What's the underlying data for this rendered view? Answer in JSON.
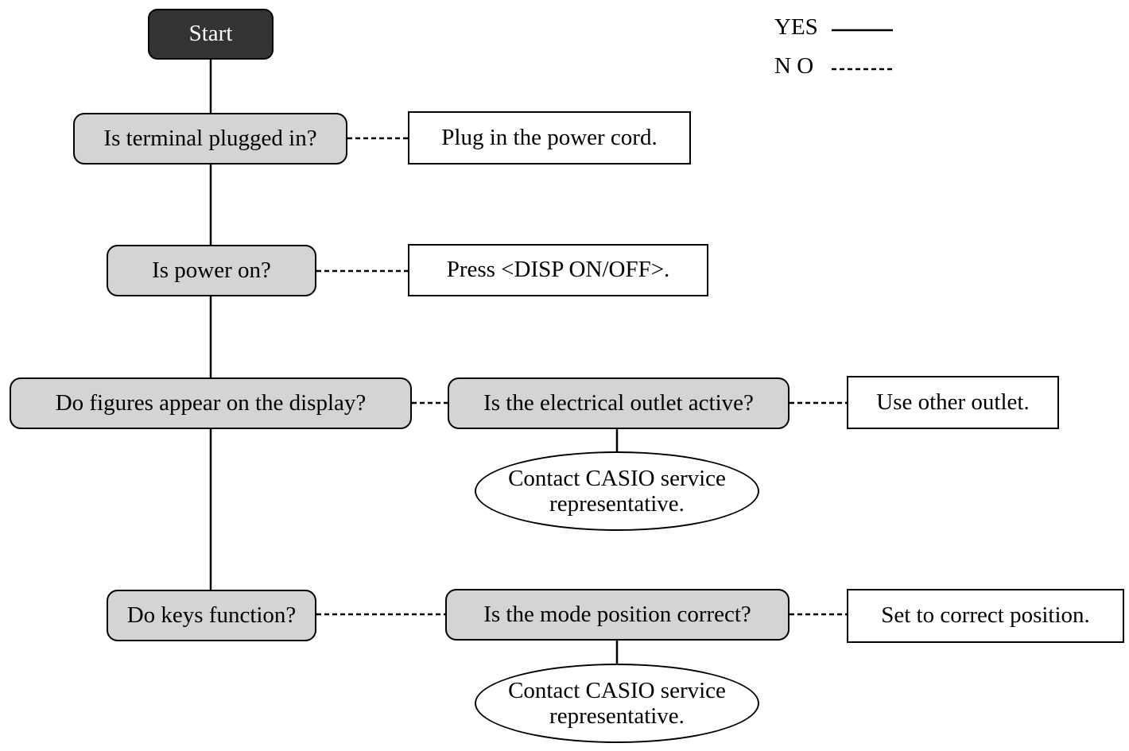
{
  "legend": {
    "yes_label": "YES",
    "no_label": "N O"
  },
  "nodes": {
    "start": "Start",
    "q_plugged": "Is terminal plugged in?",
    "a_plug_cord": "Plug in the power cord.",
    "q_power": "Is power on?",
    "a_press_disp": "Press <DISP ON/OFF>.",
    "q_figures": "Do figures appear on the display?",
    "q_outlet": "Is the electrical outlet active?",
    "a_other_outlet": "Use other outlet.",
    "t_contact_1_line1": "Contact CASIO service",
    "t_contact_1_line2": "representative.",
    "q_keys": "Do keys function?",
    "q_mode": "Is the mode position correct?",
    "a_set_position": "Set to correct position.",
    "t_contact_2_line1": "Contact CASIO service",
    "t_contact_2_line2": "representative."
  }
}
